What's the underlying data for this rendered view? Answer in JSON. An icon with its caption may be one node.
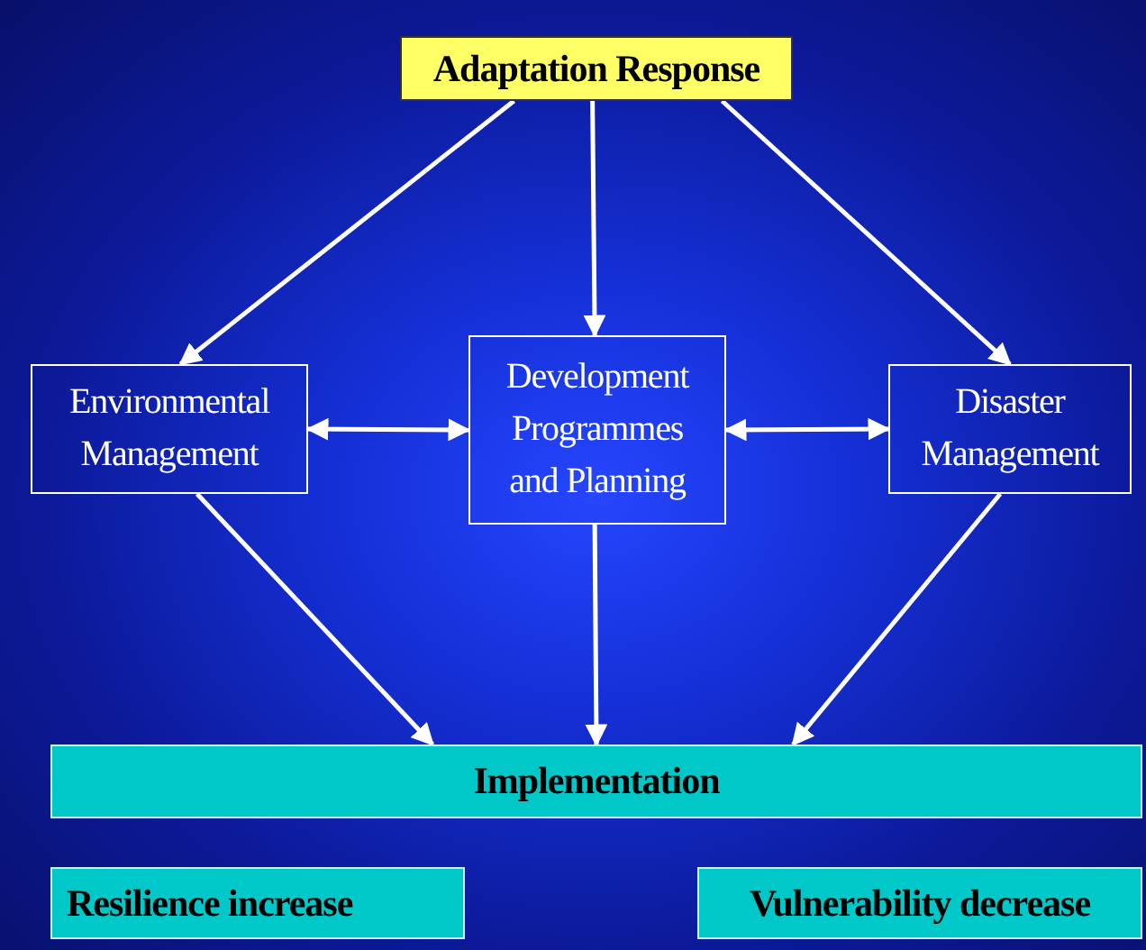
{
  "diagram": {
    "nodes": [
      {
        "text": [
          "Adaptation Response"
        ]
      },
      {
        "text": [
          "Environmental Management"
        ]
      },
      {
        "text": [
          "Development Programmes and Planning"
        ]
      },
      {
        "text": [
          "Disaster Management"
        ]
      },
      {
        "text": [
          "Implementation"
        ]
      },
      {
        "text": [
          "Resilience increase"
        ]
      },
      {
        "text": [
          "Vulnerability decrease"
        ]
      }
    ],
    "edges": [
      {
        "from": 0,
        "to": 1,
        "arrow": "to"
      },
      {
        "from": 0,
        "to": 2,
        "arrow": "to"
      },
      {
        "from": 0,
        "to": 3,
        "arrow": "to"
      },
      {
        "from": 1,
        "to": 2,
        "arrow": "both"
      },
      {
        "from": 2,
        "to": 3,
        "arrow": "both"
      },
      {
        "from": 1,
        "to": 4,
        "arrow": "to"
      },
      {
        "from": 2,
        "to": 4,
        "arrow": "to"
      },
      {
        "from": 3,
        "to": 4,
        "arrow": "to"
      }
    ]
  }
}
